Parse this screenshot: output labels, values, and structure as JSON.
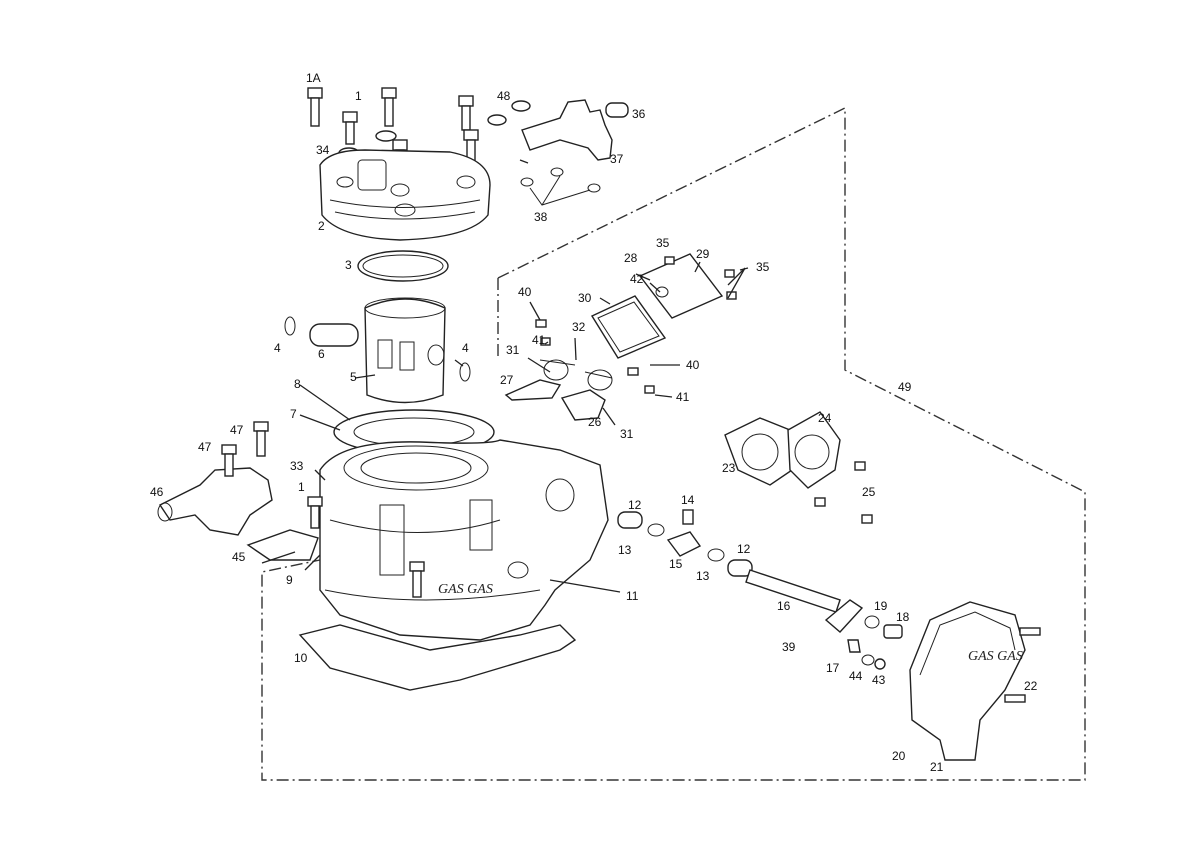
{
  "labels": {
    "l1A": "1A",
    "l1a": "1",
    "l1b": "1",
    "l2": "2",
    "l3": "3",
    "l4a": "4",
    "l4b": "4",
    "l5": "5",
    "l6": "6",
    "l7": "7",
    "l8": "8",
    "l9": "9",
    "l10": "10",
    "l11": "11",
    "l12a": "12",
    "l12b": "12",
    "l13a": "13",
    "l13b": "13",
    "l14": "14",
    "l15": "15",
    "l16": "16",
    "l17": "17",
    "l18": "18",
    "l19": "19",
    "l20": "20",
    "l21": "21",
    "l22": "22",
    "l23": "23",
    "l24": "24",
    "l25": "25",
    "l26": "26",
    "l27": "27",
    "l28": "28",
    "l29": "29",
    "l30": "30",
    "l31a": "31",
    "l31b": "31",
    "l32": "32",
    "l33": "33",
    "l34": "34",
    "l35a": "35",
    "l35b": "35",
    "l36": "36",
    "l37": "37",
    "l38": "38",
    "l39": "39",
    "l40a": "40",
    "l40b": "40",
    "l41a": "41",
    "l41b": "41",
    "l42": "42",
    "l43": "43",
    "l44": "44",
    "l45": "45",
    "l46": "46",
    "l47a": "47",
    "l47b": "47",
    "l48": "48",
    "l49": "49"
  },
  "logos": {
    "cylinder": "GAS GAS",
    "cover": "GAS GAS"
  },
  "colors": {
    "line": "#222222",
    "background": "#ffffff"
  }
}
